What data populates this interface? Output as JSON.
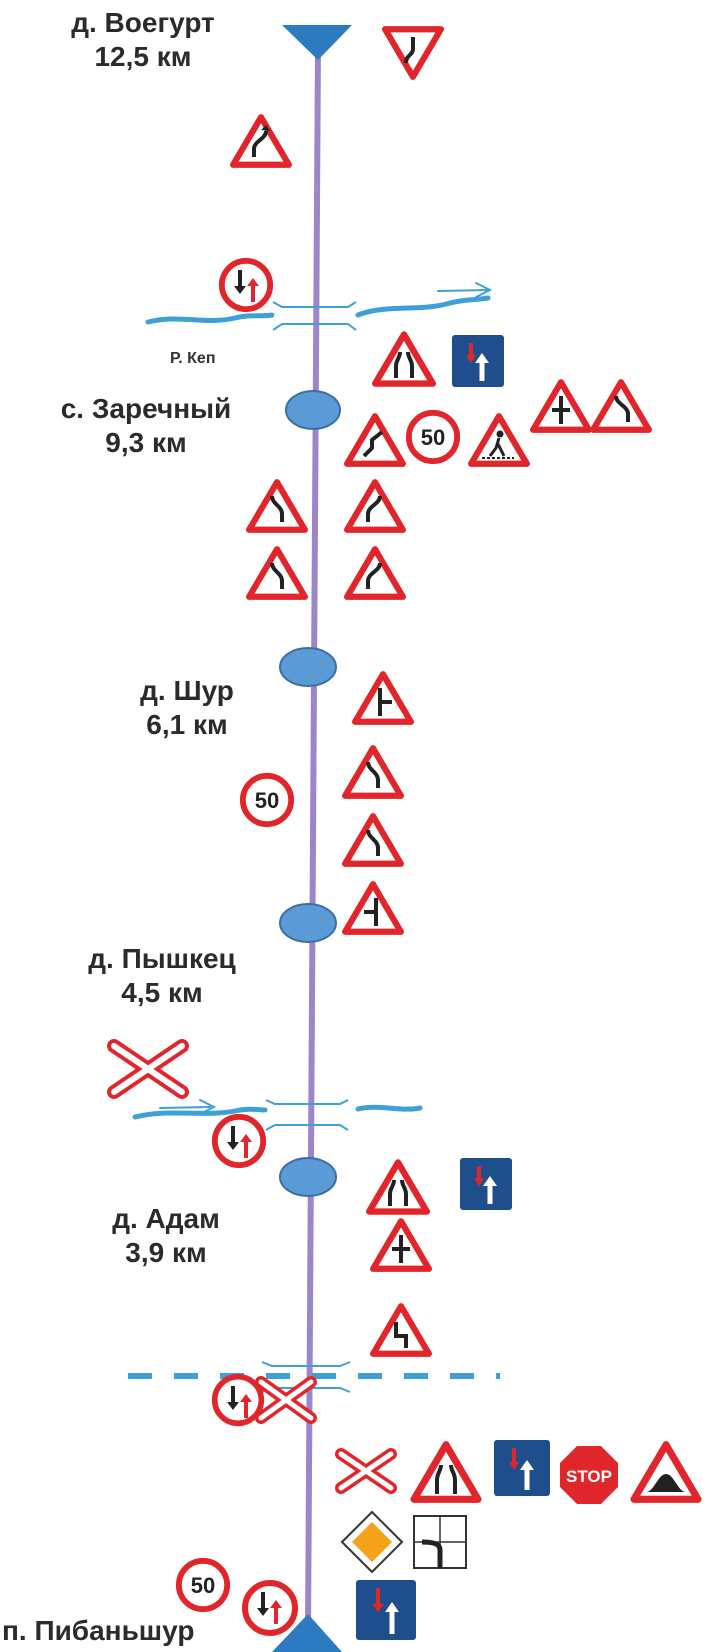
{
  "places": [
    {
      "name": "д. Воегурт",
      "distance": "12,5 км"
    },
    {
      "name": "с. Заречный",
      "distance": "9,3 км"
    },
    {
      "name": "д. Шур",
      "distance": "6,1 км"
    },
    {
      "name": "д. Пышкец",
      "distance": "4,5 км"
    },
    {
      "name": "д. Адам",
      "distance": "3,9 км"
    },
    {
      "name": "п. Пибаньшур",
      "distance": ""
    }
  ],
  "river_label": "Р. Кеп",
  "speed_limits": [
    "50",
    "50",
    "50"
  ],
  "stop_text": "STOP",
  "colors": {
    "road": "#9b86c9",
    "river": "#3fa0d6",
    "sign_red": "#e0262b",
    "blue_sign": "#1f4e8c",
    "node_fill": "#5b9bd5",
    "node_stroke": "#3a6ea5",
    "priority_diamond": "#f5a11a"
  }
}
